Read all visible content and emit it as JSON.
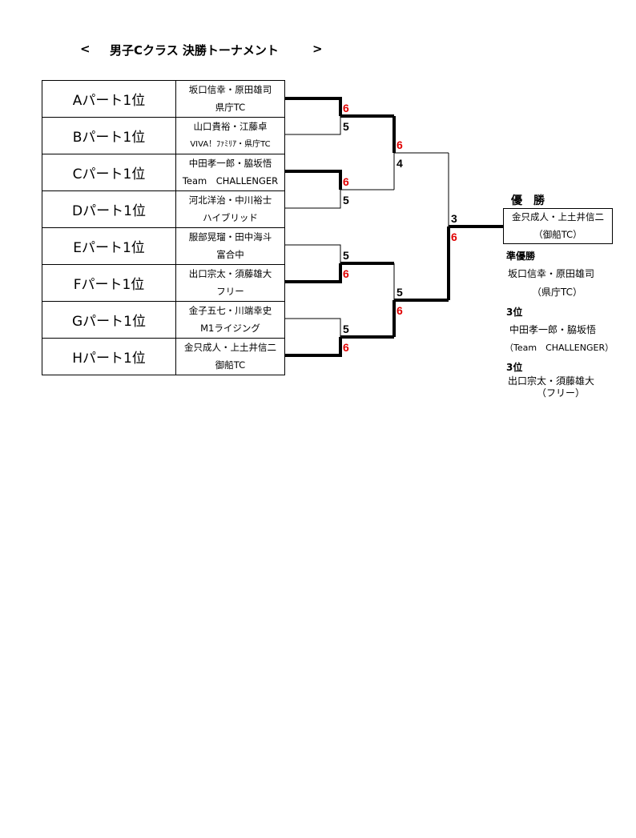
{
  "title": {
    "left_mark": "<",
    "text": "男子Cクラス 決勝トーナメント",
    "right_mark": ">"
  },
  "rows": [
    {
      "part": "Aパート1位",
      "names": "坂口信幸・原田雄司",
      "club": "県庁TC",
      "score": "6",
      "winner": true
    },
    {
      "part": "Bパート1位",
      "names": "山口貴裕・江藤卓",
      "club": "VIVA！ﾌｧﾐﾘｱ・県庁TC",
      "score": "5",
      "winner": false
    },
    {
      "part": "Cパート1位",
      "names": "中田孝一郎・脇坂悟",
      "club": "Team　CHALLENGER",
      "score": "6",
      "winner": true
    },
    {
      "part": "Dパート1位",
      "names": "河北洋治・中川裕士",
      "club": "ハイブリッド",
      "score": "5",
      "winner": false
    },
    {
      "part": "Eパート1位",
      "names": "服部晃瑠・田中海斗",
      "club": "富合中",
      "score": "5",
      "winner": false
    },
    {
      "part": "Fパート1位",
      "names": "出口宗太・須藤雄大",
      "club": "フリー",
      "score": "6",
      "winner": true
    },
    {
      "part": "Gパート1位",
      "names": "金子五七・川端幸史",
      "club": "M1ライジング",
      "score": "5",
      "winner": false
    },
    {
      "part": "Hパート1位",
      "names": "金只成人・上土井信二",
      "club": "御船TC",
      "score": "6",
      "winner": true
    }
  ],
  "semi_scores": [
    "6",
    "4",
    "5",
    "6"
  ],
  "final_scores": [
    "3",
    "6"
  ],
  "results": {
    "champion_label": "優　勝",
    "champion_names": "金只成人・上土井信二",
    "champion_club": "（御船TC）",
    "runner_up_label": "準優勝",
    "runner_up_names": "坂口信幸・原田雄司",
    "runner_up_club": "（県庁TC）",
    "third_label_1": "3位",
    "third_names_1": "中田孝一郎・脇坂悟",
    "third_club_1": "（Team　CHALLENGER）",
    "third_label_2": "3位",
    "third_names_2": "出口宗太・須藤雄大",
    "third_club_2": "（フリー）"
  },
  "colors": {
    "winner_score": "#e00000",
    "line": "#000000"
  }
}
